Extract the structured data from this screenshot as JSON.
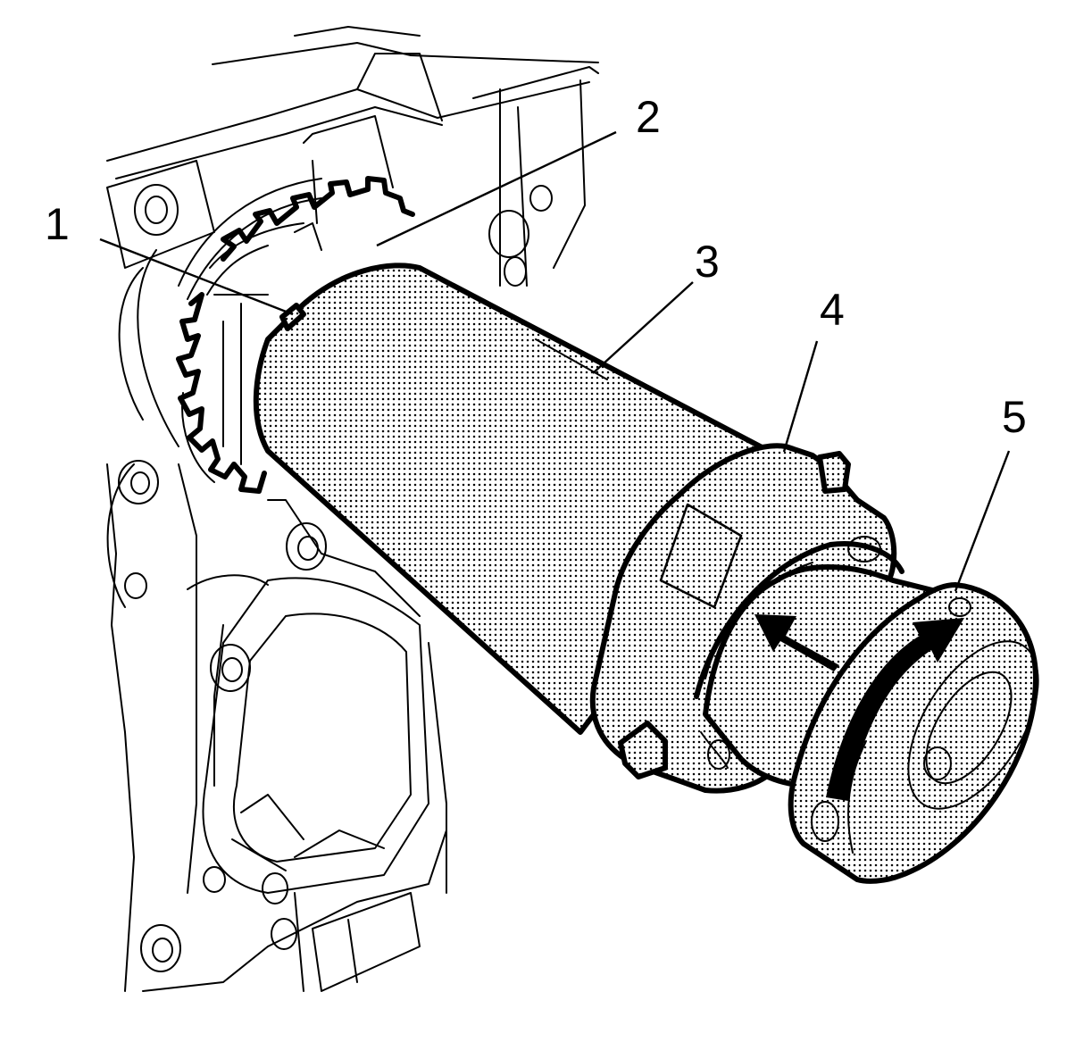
{
  "callouts": [
    {
      "id": "1",
      "label": "1"
    },
    {
      "id": "2",
      "label": "2"
    },
    {
      "id": "3",
      "label": "3"
    },
    {
      "id": "4",
      "label": "4"
    },
    {
      "id": "5",
      "label": "5"
    }
  ],
  "colors": {
    "line": "#000000",
    "background": "#ffffff"
  }
}
